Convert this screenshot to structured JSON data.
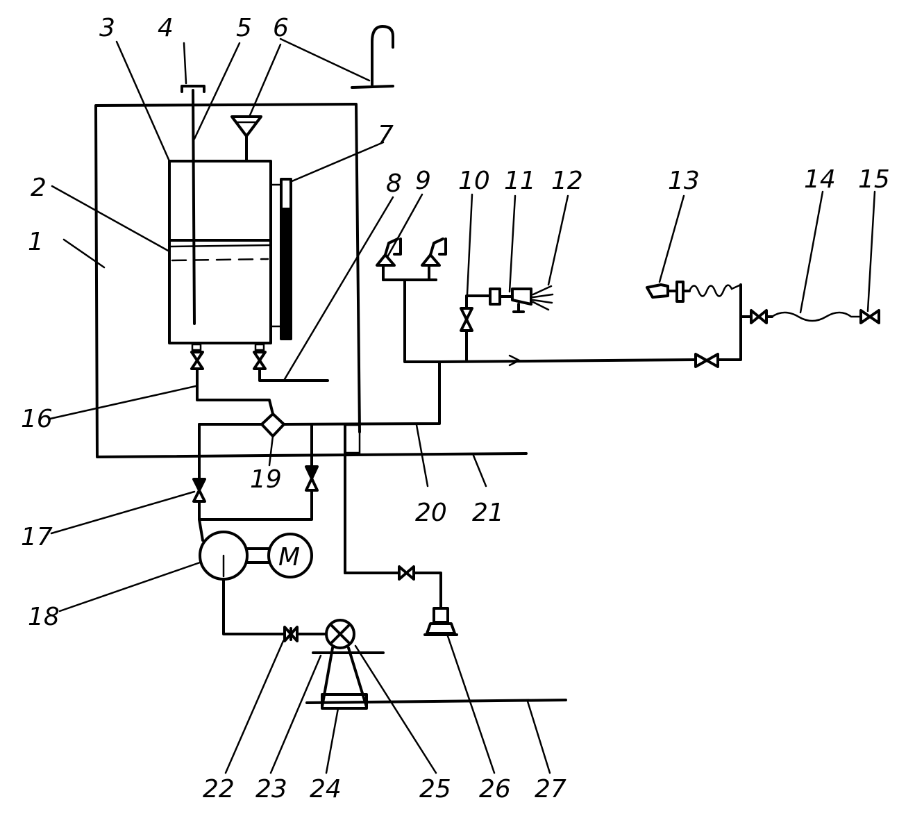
{
  "labels": {
    "l1": "1",
    "l2": "2",
    "l3": "3",
    "l4": "4",
    "l5": "5",
    "l6": "6",
    "l7": "7",
    "l8": "8",
    "l9": "9",
    "l10": "10",
    "l11": "11",
    "l12": "12",
    "l13": "13",
    "l14": "14",
    "l15": "15",
    "l16": "16",
    "l17": "17",
    "l18": "18",
    "l19": "19",
    "l20": "20",
    "l21": "21",
    "l22": "22",
    "l23": "23",
    "l24": "24",
    "l25": "25",
    "l26": "26",
    "l27": "27"
  },
  "motor_label": "M"
}
